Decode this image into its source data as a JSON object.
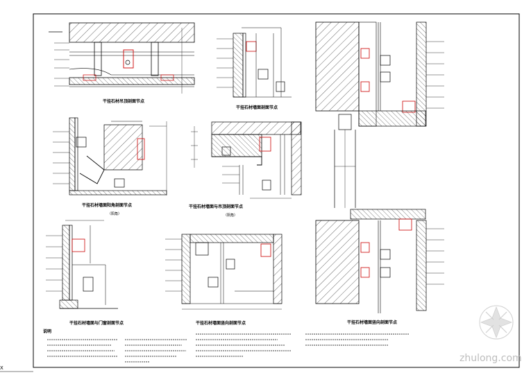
{
  "drawing": {
    "details": [
      {
        "caption": "干挂石材吊顶剖面节点",
        "sub": ""
      },
      {
        "caption": "干挂石材墙面阳角剖面节点",
        "sub": "（阳角）"
      },
      {
        "caption": "干挂石材墙面与吊顶剖面节点",
        "sub": "（阴角）"
      },
      {
        "caption": "干挂石材墙面剖面节点",
        "sub": ""
      },
      {
        "caption": "干挂石材墙面与门窗剖面节点",
        "sub": ""
      },
      {
        "caption": "干挂石材墙面竖向剖面节点",
        "sub": ""
      },
      {
        "caption": "干挂石材墙面竖向剖面节点",
        "sub": ""
      }
    ],
    "notes_title": "说明",
    "watermark": "zhulong.com",
    "corner_mark": "X"
  },
  "colors": {
    "line": "#000000",
    "detail": "#cc0000",
    "accent": "#0000cc",
    "watermark": "#bdbdbd"
  }
}
